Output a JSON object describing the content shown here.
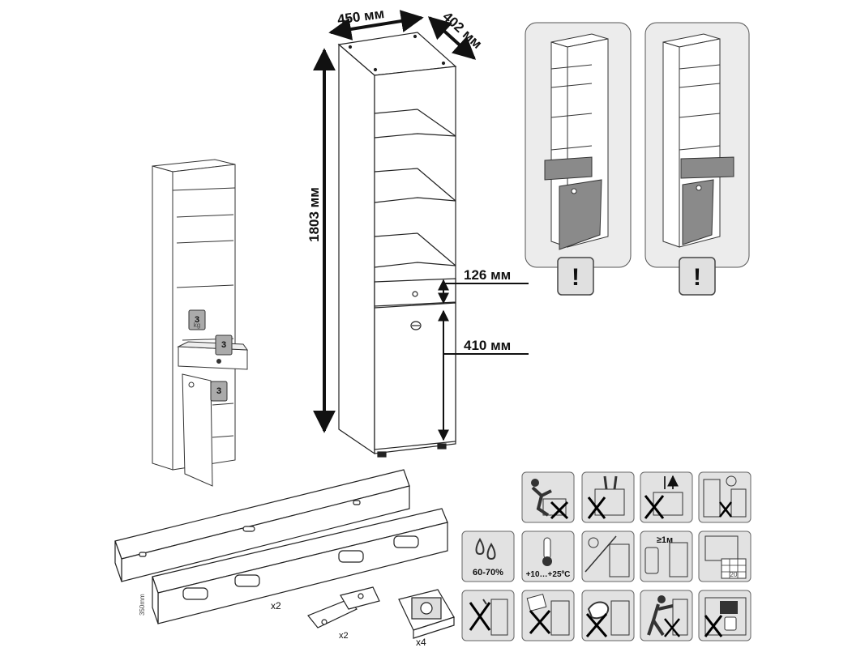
{
  "dimensions": {
    "width": "450 мм",
    "depth": "402 мм",
    "height": "1803 мм",
    "drawer_height": "126 мм",
    "door_height": "410 мм"
  },
  "load_weights": [
    "3",
    "3",
    "3"
  ],
  "load_unit": "kg",
  "hardware": {
    "rail_length": "350mm",
    "rails_qty": "x2",
    "hinges_qty": "x2",
    "feet_qty": "x4"
  },
  "warning_symbol": "!",
  "care_icons": {
    "humidity": "60-70%",
    "temperature": "+10…+25ºC",
    "heater_distance": "≥1м",
    "grid_label": "20"
  }
}
